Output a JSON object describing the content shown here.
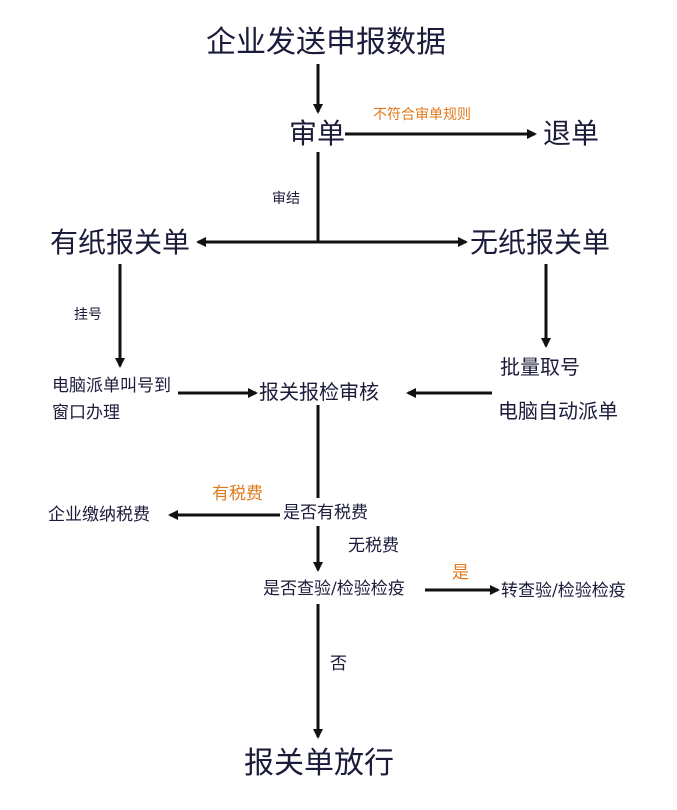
{
  "colors": {
    "node_text": "#1b1b3a",
    "arrow": "#111111",
    "highlight_label": "#e07a1c",
    "background": "#ffffff"
  },
  "nodes": {
    "submit": "企业发送申报数据",
    "review": "审单",
    "reject": "退单",
    "paper": "有纸报关单",
    "paperless": "无纸报关单",
    "window_line1": "电脑派单叫号到",
    "window_line2": "窗口办理",
    "inspection_review": "报关报检审核",
    "batch_line1": "批量取号",
    "batch_line2": "电脑自动派单",
    "tax_check": "是否有税费",
    "pay_tax": "企业缴纳税费",
    "inspect_check": "是否查验/检验检疫",
    "transfer_inspect": "转查验/检验检疫",
    "release": "报关单放行"
  },
  "edge_labels": {
    "not_compliant": "不符合审单规则",
    "approved": "审结",
    "registered": "挂号",
    "has_tax": "有税费",
    "no_tax": "无税费",
    "yes": "是",
    "no": "否"
  }
}
